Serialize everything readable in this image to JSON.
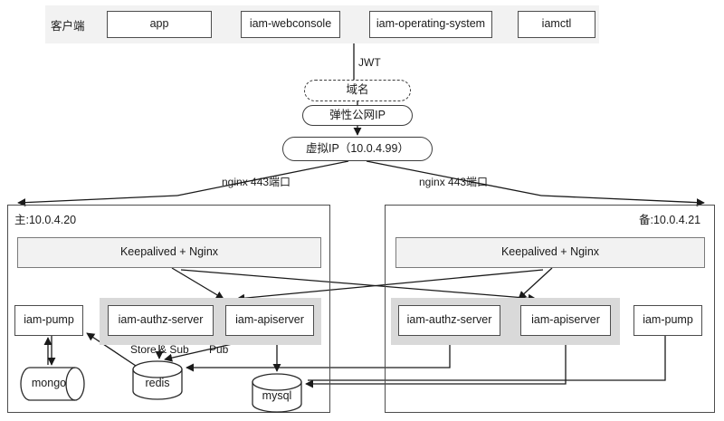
{
  "diagram": {
    "title": "IAM high-availability deployment architecture",
    "colors": {
      "stroke": "#4d4d4d",
      "line": "#2b2b2b",
      "band_bg": "#f2f2f2",
      "group_bg": "#d9d9d9",
      "node_bg": "#ffffff",
      "text": "#1a1a1a"
    }
  },
  "client_row": {
    "label": "客户端",
    "items": [
      {
        "label": "app"
      },
      {
        "label": "iam-webconsole"
      },
      {
        "label": "iam-operating-system"
      },
      {
        "label": "iamctl"
      }
    ]
  },
  "network": {
    "jwt_label": "JWT",
    "domain": "域名",
    "elastic_ip": "弹性公网IP",
    "virtual_ip": "虚拟IP（10.0.4.99）",
    "nginx_left_label": "nginx 443端口",
    "nginx_right_label": "nginx 443端口"
  },
  "panels": [
    {
      "title": "主:10.0.4.20",
      "lb": "Keepalived + Nginx",
      "pump": "iam-pump",
      "authz": "iam-authz-server",
      "apiserver": "iam-apiserver",
      "mongo": "mongo",
      "redis": "redis",
      "mysql": "mysql"
    },
    {
      "title": "备:10.0.4.21",
      "lb": "Keepalived  + Nginx",
      "pump": "iam-pump",
      "authz": "iam-authz-server",
      "apiserver": "iam-apiserver"
    }
  ],
  "edge_labels": {
    "store_sub": "Store & Sub",
    "pub": "Pub"
  }
}
